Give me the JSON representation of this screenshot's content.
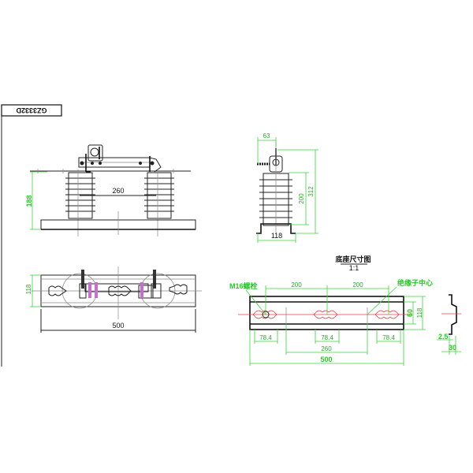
{
  "drawing": {
    "id_label": "GZ3332D",
    "front_view": {
      "insulator_spacing": "260",
      "height": "188"
    },
    "top_view": {
      "width": "118",
      "length": "500"
    },
    "side_view": {
      "terminal_offset": "63",
      "insulator_height": "200",
      "total_height": "312",
      "base_width": "118"
    },
    "base_detail": {
      "title": "底座尺寸图",
      "scale": "1:1",
      "bolt_label": "M16螺栓",
      "center_label": "绝缘子中心",
      "spacing_1": "200",
      "spacing_2": "200",
      "slot_length_1": "78.4",
      "slot_length_2": "78.4",
      "slot_length_3": "78.4",
      "inner_span": "260",
      "total_length": "500",
      "inner_width": "60",
      "outer_width": "118",
      "profile_thickness": "2.5",
      "profile_width": "30"
    },
    "colors": {
      "dimension": "#3bd43b",
      "centerline": "#e04040",
      "highlight": "#c86ed0",
      "outline": "#222222"
    }
  }
}
